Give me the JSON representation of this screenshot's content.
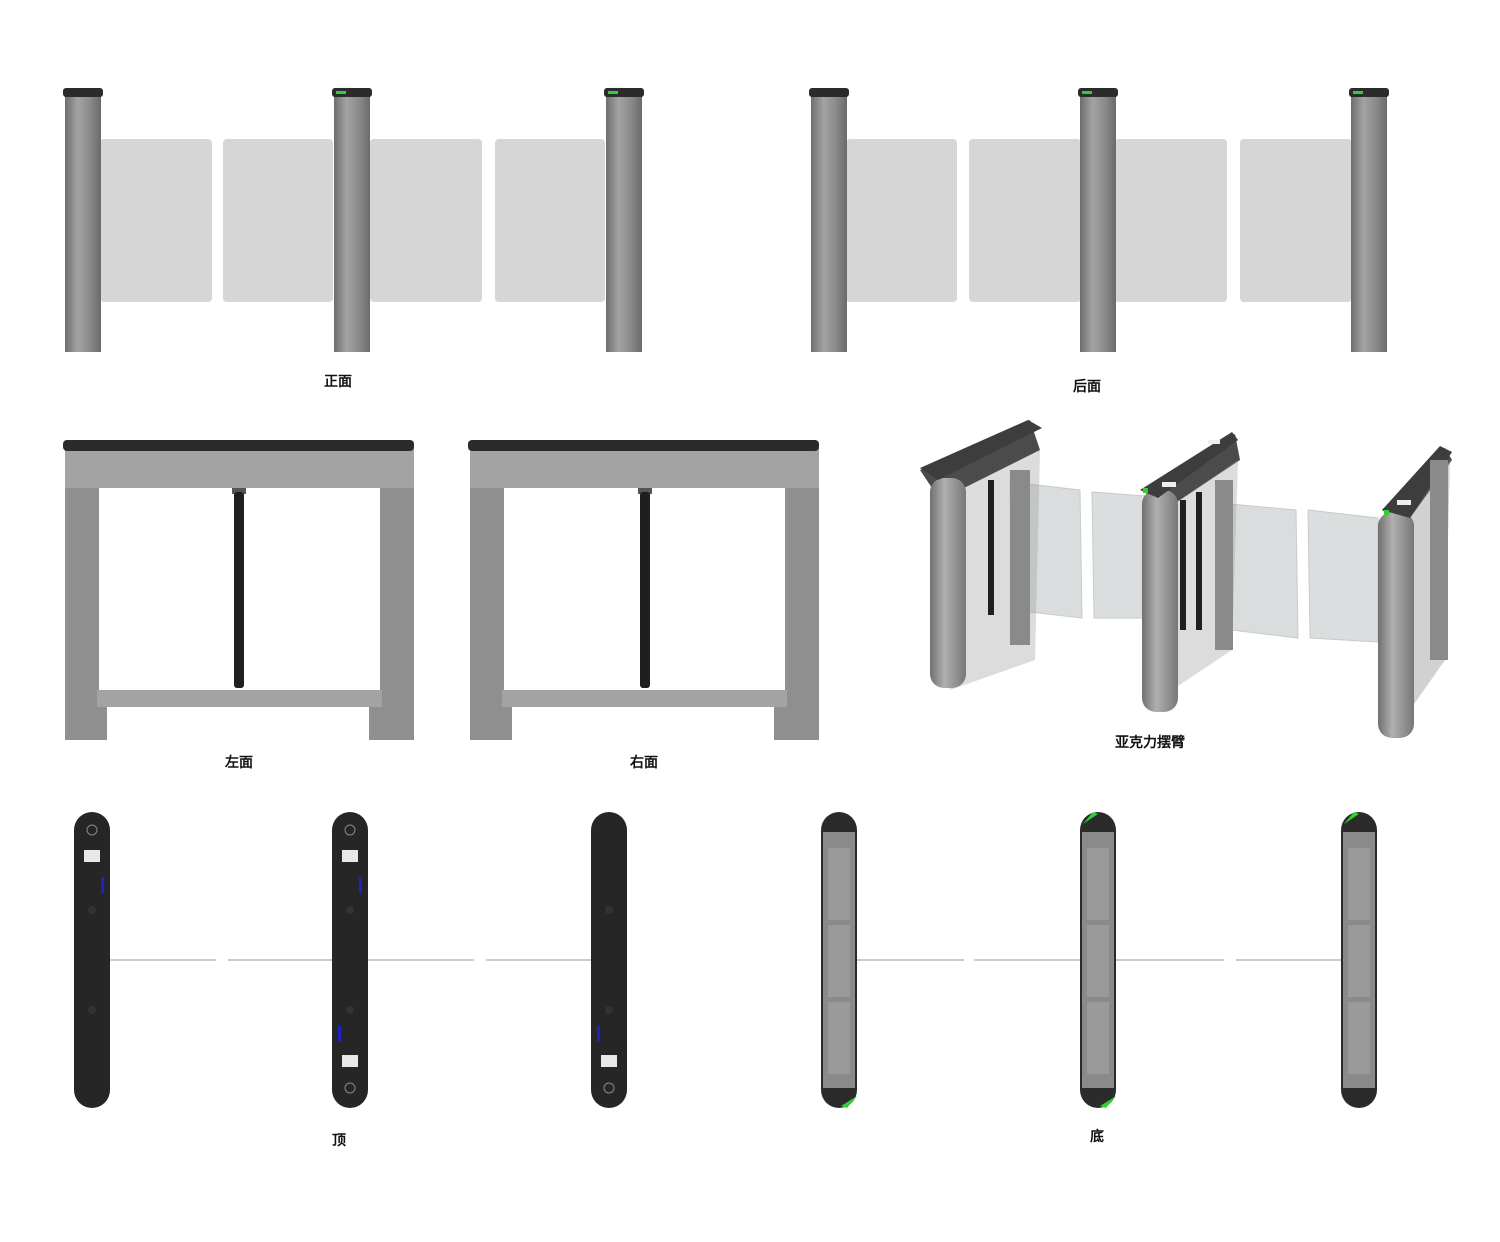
{
  "views": {
    "front": {
      "label": "正面"
    },
    "back": {
      "label": "后面"
    },
    "left": {
      "label": "左面"
    },
    "right": {
      "label": "右面"
    },
    "perspective": {
      "label": "亚克力摆臂"
    },
    "top": {
      "label": "顶"
    },
    "bottom": {
      "label": "底"
    }
  },
  "colors": {
    "pillar": "#8c8c8c",
    "pillar_dark": "#6f6f6f",
    "cap": "#2b2b2b",
    "panel": "#d6d6d6",
    "indicator_green": "#2fd12f",
    "top_surface": "#262626",
    "accent_blue": "#2020c8",
    "background": "#ffffff"
  }
}
